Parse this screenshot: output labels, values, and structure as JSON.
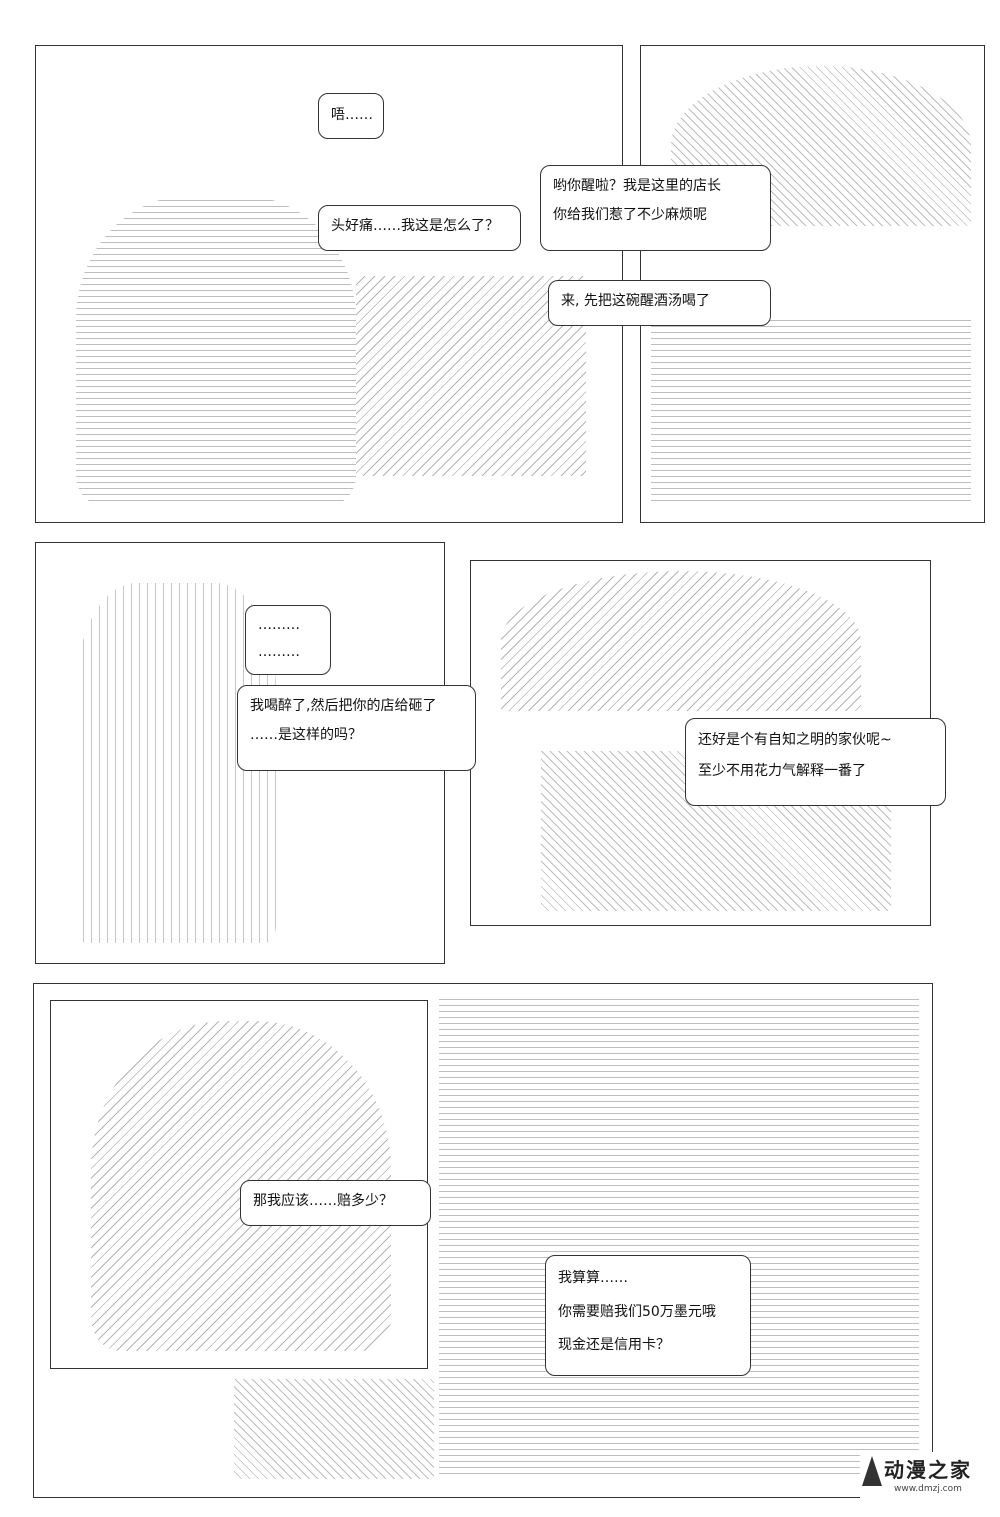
{
  "panels": [
    {
      "bubbles": [
        {
          "lines": [
            "唔……"
          ]
        },
        {
          "lines": [
            "头好痛……我这是怎么了？"
          ]
        }
      ]
    },
    {
      "bubbles": [
        {
          "lines": [
            "哟你醒啦？我是这里的店长",
            "你给我们惹了不少麻烦呢"
          ]
        },
        {
          "lines": [
            "来, 先把这碗醒酒汤喝了"
          ]
        }
      ]
    },
    {
      "bubbles": [
        {
          "lines": [
            "………",
            "………"
          ]
        },
        {
          "lines": [
            "我喝醉了,然后把你的店给砸了",
            "……是这样的吗？"
          ]
        }
      ]
    },
    {
      "bubbles": [
        {
          "lines": [
            "还好是个有自知之明的家伙呢~",
            "至少不用花力气解释一番了"
          ]
        }
      ]
    },
    {
      "bubbles": [
        {
          "lines": [
            "那我应该……赔多少？"
          ]
        },
        {
          "lines": [
            "我算算……",
            "你需要赔我们50万墨元哦",
            "现金还是信用卡？"
          ]
        }
      ]
    }
  ],
  "watermark": {
    "logo": "动漫之家",
    "url": "www.dmzj.com"
  }
}
